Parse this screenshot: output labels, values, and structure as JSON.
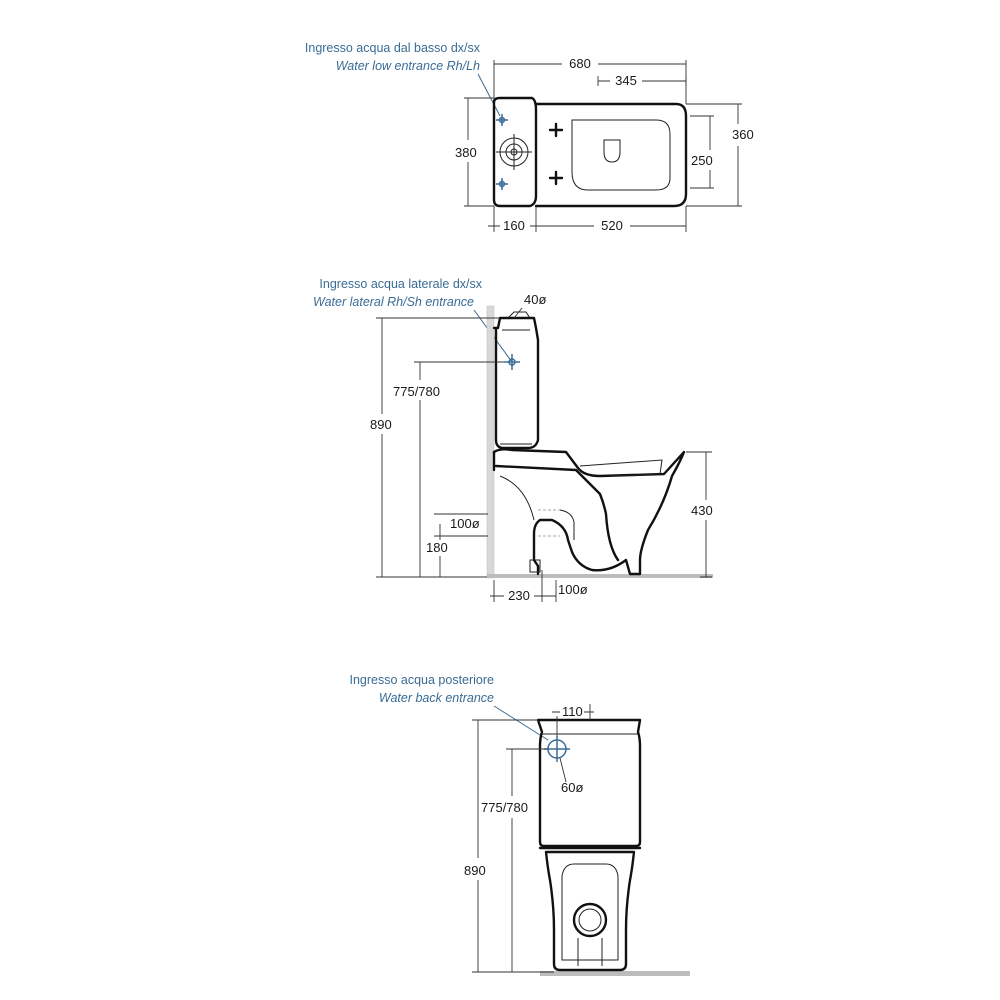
{
  "top_view": {
    "note_it": "Ingresso acqua dal basso dx/sx",
    "note_en": "Water low entrance Rh/Lh",
    "dims": {
      "length": "680",
      "seat_offset": "345",
      "depth_right": "360",
      "depth_left": "380",
      "fixing_spacing": "250",
      "tank_width": "160",
      "bowl_length": "520"
    }
  },
  "side_view": {
    "note_it": "Ingresso acqua laterale dx/sx",
    "note_en": "Water lateral Rh/Sh entrance",
    "dims": {
      "flush_button": "40ø",
      "inlet_height": "775/780",
      "total_height": "890",
      "bowl_height": "430",
      "outlet_diameter": "100ø",
      "outlet_height": "180",
      "floor_outlet_distance": "230",
      "floor_outlet_diameter": "100ø"
    }
  },
  "front_view": {
    "note_it": "Ingresso acqua posteriore",
    "note_en": "Water back entrance",
    "dims": {
      "inlet_offset": "110",
      "inlet_diameter": "60ø",
      "inlet_height": "775/780",
      "total_height": "890"
    }
  }
}
